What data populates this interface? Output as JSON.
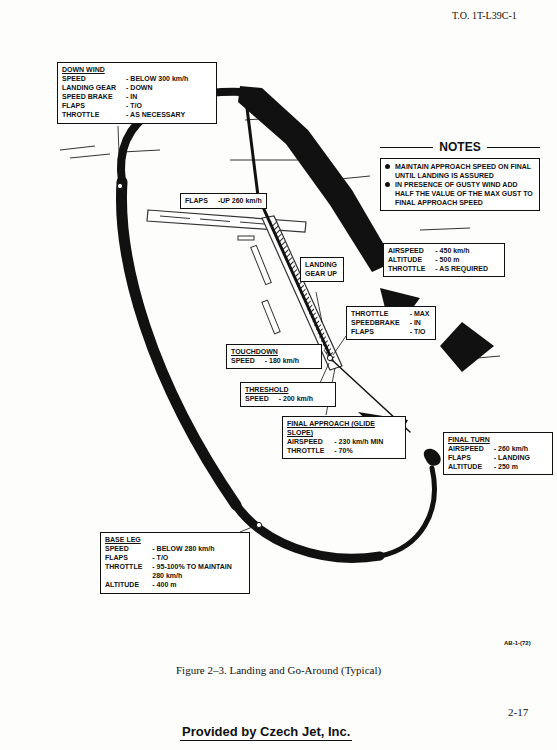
{
  "diagram": {
    "caption": "Figure 2–3. Landing and Go-Around (Typical)",
    "nodes": [
      {
        "text": [
          "DOWN WIND",
          "SPEED",
          "- BELOW 300 km/h",
          "LANDING GEAR",
          "- DOWN",
          "SPEED BRAKE",
          "- IN",
          "FLAPS",
          "- T/O",
          "THROTTLE",
          "- AS NECESSARY"
        ]
      },
      {
        "text": [
          "NOTES",
          "MAINTAIN APPROACH SPEED ON FINAL UNTIL LANDING IS ASSURED",
          "IN PRESENCE OF GUSTY WIND ADD HALF THE VALUE OF THE MAX GUST TO FINAL APPROACH SPEED"
        ]
      },
      {
        "text": [
          "FLAPS",
          "-UP 260 km/h"
        ]
      },
      {
        "text": [
          "AIRSPEED",
          "- 450 km/h",
          "ALTITUDE",
          "- 500 m",
          "THROTTLE",
          "- AS REQUIRED"
        ]
      },
      {
        "text": [
          "LANDING GEAR UP"
        ]
      },
      {
        "text": [
          "THROTTLE",
          "- MAX",
          "SPEEDBRAKE",
          "- IN",
          "FLAPS",
          "- T/O"
        ]
      },
      {
        "text": [
          "TOUCHDOWN",
          "SPEED",
          "- 180 km/h"
        ]
      },
      {
        "text": [
          "THRESHOLD",
          "SPEED",
          "- 200 km/h"
        ]
      },
      {
        "text": [
          "FINAL APPROACH (GLIDE SLOPE)",
          "AIRSPEED",
          "- 230 km/h MIN",
          "THROTTLE",
          "- 70%"
        ]
      },
      {
        "text": [
          "FINAL TURN",
          "AIRSPEED",
          "- 260 km/h",
          "FLAPS",
          "- LANDING",
          "ALTITUDE",
          "- 250 m"
        ]
      },
      {
        "text": [
          "BASE LEG",
          "SPEED",
          "- BELOW 280 km/h",
          "FLAPS",
          "- T/O",
          "THROTTLE",
          "- 95-100% TO MAINTAIN 280 km/h",
          "ALTITUDE",
          "- 400 m"
        ]
      }
    ],
    "labels": [
      "T.O. 1T-L39C-1",
      "AB-1-(72)",
      "2-17",
      "Provided by Czech Jet, Inc."
    ]
  }
}
